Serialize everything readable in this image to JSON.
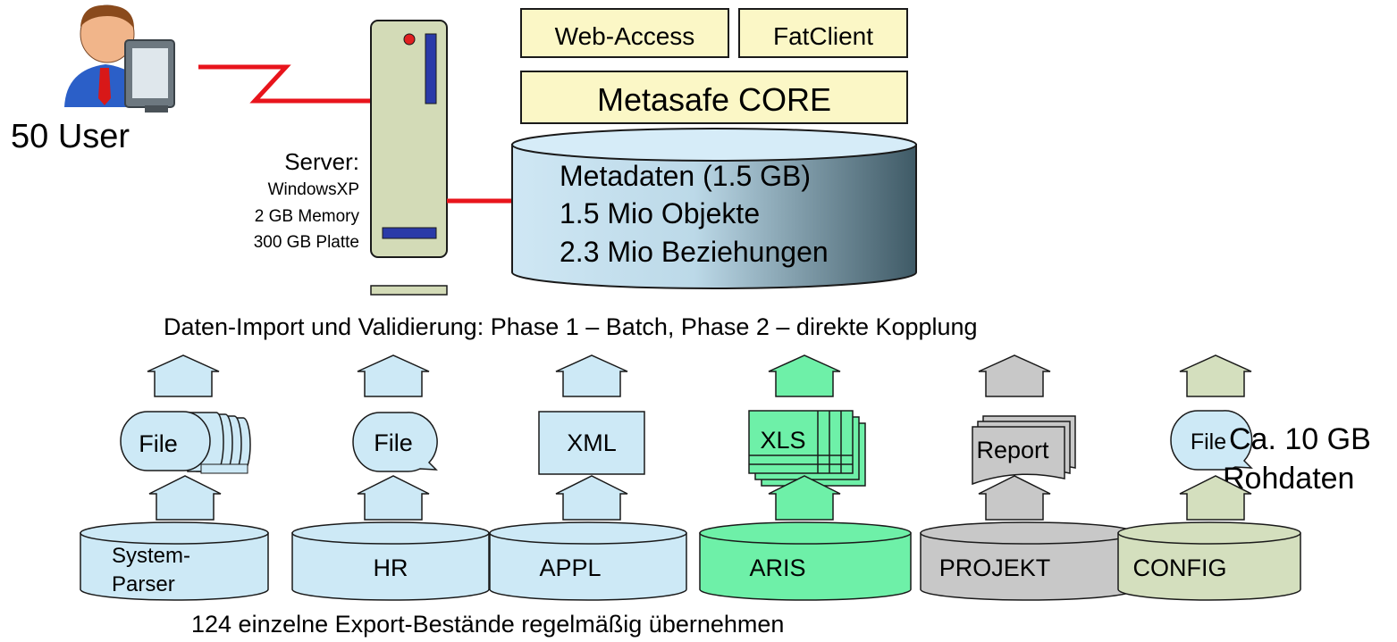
{
  "user": {
    "label": "50 User"
  },
  "server": {
    "title": "Server:",
    "os": "WindowsXP",
    "memory": "2 GB Memory",
    "disk": "300 GB Platte"
  },
  "stack": {
    "web_access": "Web-Access",
    "fat_client": "FatClient",
    "core": "Metasafe CORE"
  },
  "database": {
    "line1": "Metadaten (1.5 GB)",
    "line2": "1.5 Mio Objekte",
    "line3": "2.3 Mio Beziehungen"
  },
  "import_caption": "Daten-Import und Validierung: Phase 1 – Batch, Phase 2 – direkte Kopplung",
  "raw_data": {
    "line1": "Ca. 10 GB",
    "line2": "Rohdaten"
  },
  "sources": [
    {
      "file": "File",
      "db_line1": "System-",
      "db_line2": "Parser"
    },
    {
      "file": "File",
      "db": "HR"
    },
    {
      "file": "XML",
      "db": "APPL"
    },
    {
      "file": "XLS",
      "db": "ARIS"
    },
    {
      "file": "Report",
      "db": "PROJEKT"
    },
    {
      "file": "File",
      "db": "CONFIG"
    }
  ],
  "colors": {
    "light_blue": "#cde9f6",
    "green": "#6ef0a8",
    "grey": "#c8c8c8",
    "olive": "#d4dfbe",
    "yellow": "#fbf7c6",
    "server": "#d3dbb7",
    "link": "#e8141c"
  },
  "bottom_caption": "124 einzelne Export-Bestände regelmäßig übernehmen"
}
